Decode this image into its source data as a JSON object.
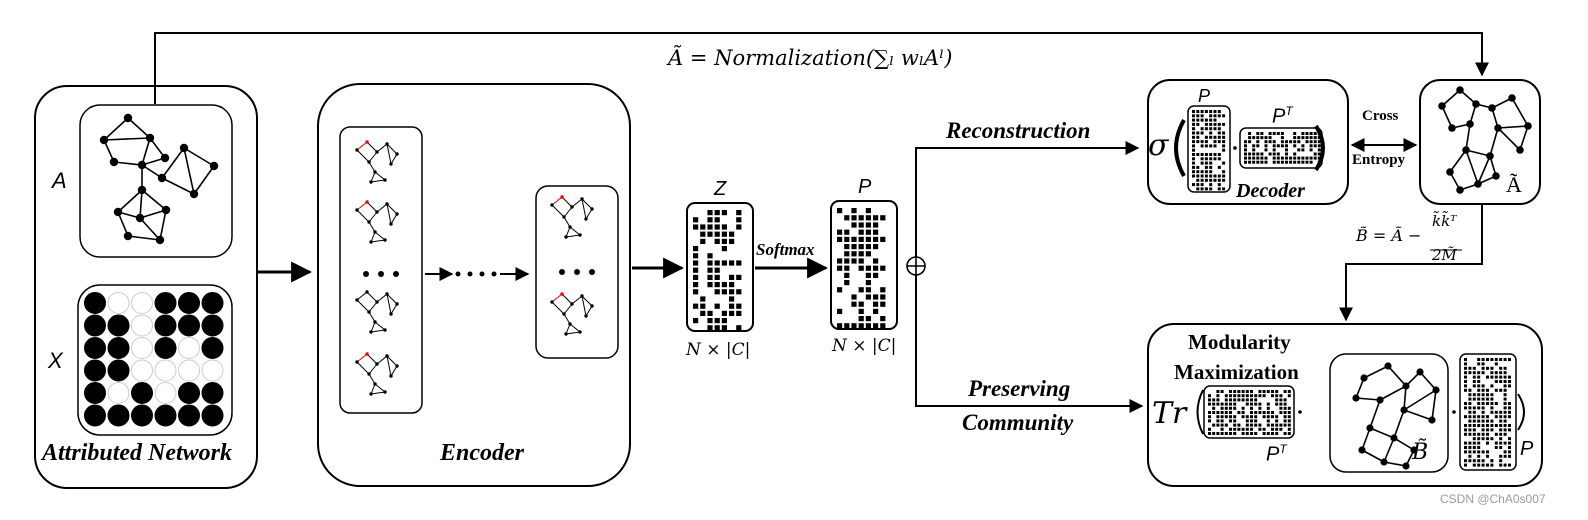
{
  "formula_top": "Ã = Normalization(∑ₗ wₗAˡ)",
  "attributed": {
    "label": "Attributed Network",
    "a_label": "A",
    "x_label": "X",
    "x_grid": [
      [
        1,
        0,
        0,
        1,
        1,
        1
      ],
      [
        1,
        1,
        0,
        1,
        1,
        1
      ],
      [
        1,
        1,
        0,
        1,
        0,
        1
      ],
      [
        1,
        1,
        0,
        0,
        0,
        0
      ],
      [
        1,
        0,
        1,
        0,
        1,
        1
      ],
      [
        1,
        1,
        1,
        1,
        1,
        1
      ]
    ]
  },
  "encoder": {
    "label": "Encoder"
  },
  "z_matrix": {
    "title": "Z",
    "caption": "N × |C|"
  },
  "softmax_label": "Softmax",
  "p_matrix": {
    "title": "P",
    "caption": "N × |C|"
  },
  "oplus": "⊕",
  "reconstruction_label": "Reconstruction",
  "preserving_label": [
    "Preserving",
    "Community"
  ],
  "decoder": {
    "sigma": "σ",
    "p_label": "P",
    "pt_label": "P",
    "pt_sup": "T",
    "label": "Decoder"
  },
  "cross_entropy": [
    "Cross",
    "Entropy"
  ],
  "a_tilde_label": "Ã",
  "b_formula": {
    "lhs": "B̃ = Ã −",
    "num": "k̃k̃ᵀ",
    "den": "2M̃"
  },
  "modularity": {
    "title": [
      "Modularity",
      "Maximization"
    ],
    "tr": "Tr",
    "pt_label": "P",
    "pt_sup": "T",
    "b_label": "B̃",
    "p_label": "P"
  },
  "watermark": "CSDN @ChA0s007"
}
